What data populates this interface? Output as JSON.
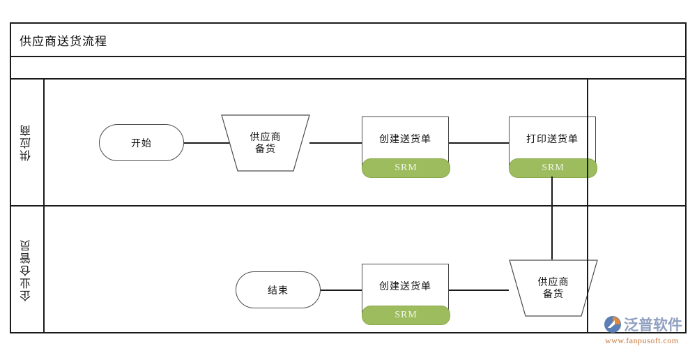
{
  "diagram": {
    "title": "供应商送货流程",
    "lanes": [
      {
        "id": "lane-supplier",
        "label": "供应商",
        "nodes": [
          {
            "id": "start",
            "shape": "terminator",
            "label": "开始"
          },
          {
            "id": "supplier-prepare",
            "shape": "trapezoid",
            "line1": "供应商",
            "line2": "备货"
          },
          {
            "id": "create-delivery-note",
            "shape": "process",
            "label": "创建送货单",
            "system": "SRM"
          },
          {
            "id": "print-delivery-note",
            "shape": "process",
            "label": "打印送货单",
            "system": "SRM"
          }
        ]
      },
      {
        "id": "lane-warehouse",
        "label": "企业仓管员",
        "nodes": [
          {
            "id": "end",
            "shape": "terminator",
            "label": "结束"
          },
          {
            "id": "create-delivery-note-2",
            "shape": "process",
            "label": "创建送货单",
            "system": "SRM"
          },
          {
            "id": "supplier-prepare-2",
            "shape": "trapezoid",
            "line1": "供应商",
            "line2": "备货"
          }
        ]
      }
    ],
    "colors": {
      "srm_pill": "#9cbc5e",
      "srm_pill_border": "#8aa94f",
      "frame_border": "#1a1a1a",
      "node_border": "#4a4a4a",
      "connector": "#1a1a1a"
    }
  },
  "watermark": {
    "brand": "泛普软件",
    "url": "www.fanpusoft.com",
    "brand_color": "#8fa0c0",
    "url_color": "#c8763a"
  }
}
